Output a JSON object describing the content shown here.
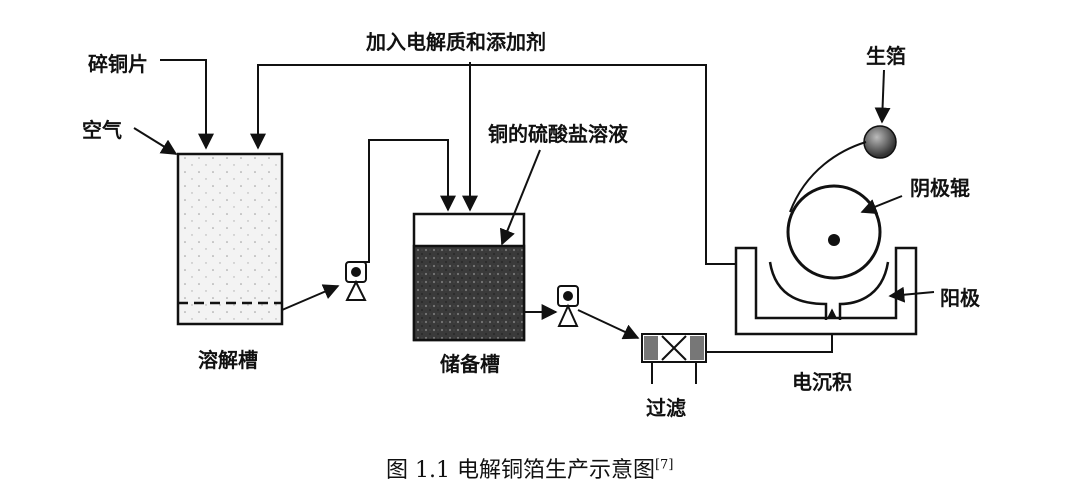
{
  "labels": {
    "add_electrolyte": "加入电解质和添加剂",
    "scrap_copper": "碎铜片",
    "air": "空气",
    "dissolving_tank": "溶解槽",
    "copper_sulfate_solution": "铜的硫酸盐溶液",
    "storage_tank": "储备槽",
    "filter": "过滤",
    "raw_foil": "生箔",
    "cathode_roller": "阴极辊",
    "anode": "阳极",
    "electrodeposition": "电沉积"
  },
  "caption": {
    "text": "图 1.1  电解铜箔生产示意图",
    "ref": "[7]"
  }
}
